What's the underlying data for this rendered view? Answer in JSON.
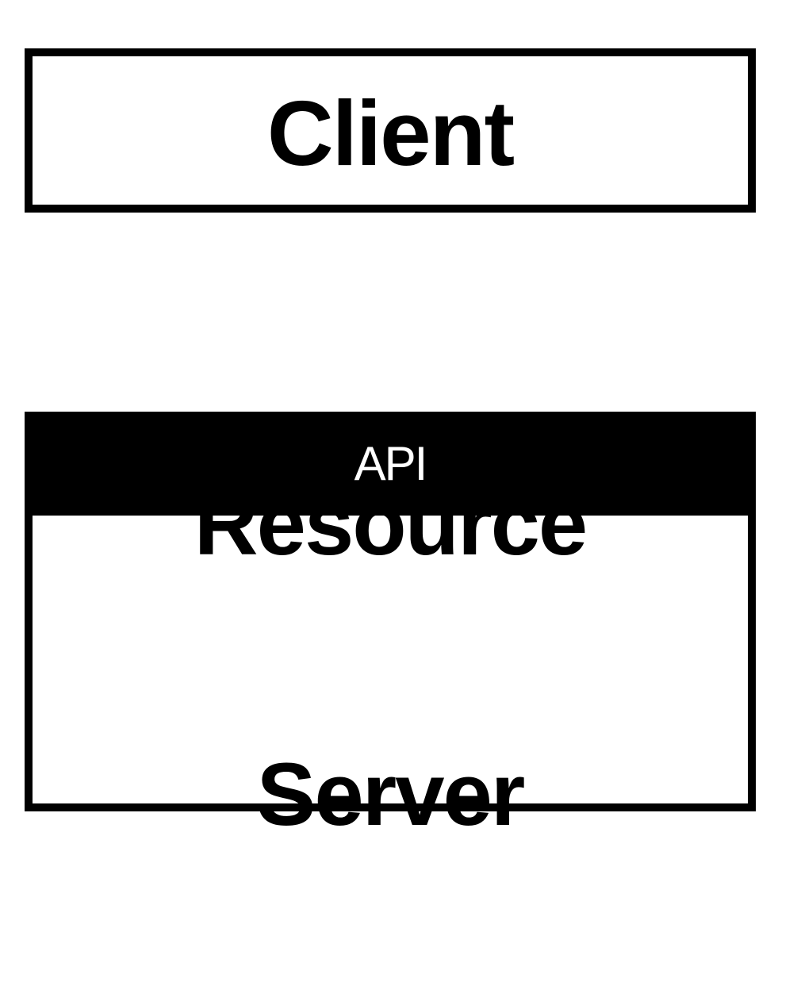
{
  "client": {
    "label": "Client"
  },
  "resource_server": {
    "api_label": "API",
    "label_line1": "Resource",
    "label_line2": "Server"
  }
}
